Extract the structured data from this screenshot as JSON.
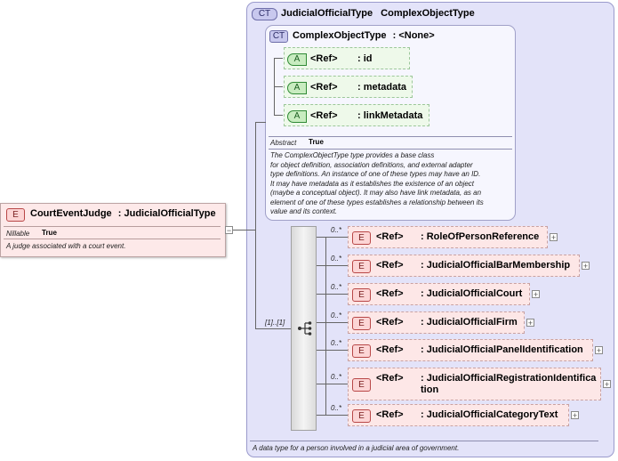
{
  "root_element": {
    "badge": "E",
    "name": "CourtEventJudge",
    "type": "JudicialOfficialType",
    "prop_label": "Nillable",
    "prop_value": "True",
    "doc": "A judge associated with a court event.",
    "collapse_symbol": "−"
  },
  "outer_type": {
    "badge": "CT",
    "name": "JudicialOfficialType",
    "type": "ComplexObjectType",
    "doc": "A data type for a person involved in a judicial area of government."
  },
  "base_type": {
    "badge": "CT",
    "name": "ComplexObjectType",
    "type": "<None>",
    "attributes": [
      {
        "badge": "A",
        "ref": "<Ref>",
        "name": "id"
      },
      {
        "badge": "A",
        "ref": "<Ref>",
        "name": "metadata"
      },
      {
        "badge": "A",
        "ref": "<Ref>",
        "name": "linkMetadata"
      }
    ],
    "prop_label": "Abstract",
    "prop_value": "True",
    "doc_lines": [
      "The ComplexObjectType type provides a base class",
      "for object definition, association definitions, and external adapter",
      "type definitions. An instance of one of these types may have an ID.",
      "It may have metadata as it establishes the existence of an object",
      "(maybe a conceptual object). It may also have link metadata, as an",
      "element of one of these types establishes a relationship between its",
      "value and its context."
    ]
  },
  "sequence": {
    "multiplicity": "[1]..[1]",
    "elements": [
      {
        "badge": "E",
        "ref": "<Ref>",
        "name": ": RoleOfPersonReference",
        "mult": "0..*",
        "expand": "+"
      },
      {
        "badge": "E",
        "ref": "<Ref>",
        "name": ": JudicialOfficialBarMembership",
        "mult": "0..*",
        "expand": "+"
      },
      {
        "badge": "E",
        "ref": "<Ref>",
        "name": ": JudicialOfficialCourt",
        "mult": "0..*",
        "expand": "+"
      },
      {
        "badge": "E",
        "ref": "<Ref>",
        "name": ": JudicialOfficialFirm",
        "mult": "0..*",
        "expand": "+"
      },
      {
        "badge": "E",
        "ref": "<Ref>",
        "name": ": JudicialOfficialPanelIdentification",
        "mult": "0..*",
        "expand": "+"
      },
      {
        "badge": "E",
        "ref": "<Ref>",
        "name": ": JudicialOfficialRegistrationIdentification",
        "mult": "0..*",
        "expand": "+"
      },
      {
        "badge": "E",
        "ref": "<Ref>",
        "name": ": JudicialOfficialCategoryText",
        "mult": "0..*",
        "expand": "+"
      }
    ]
  }
}
